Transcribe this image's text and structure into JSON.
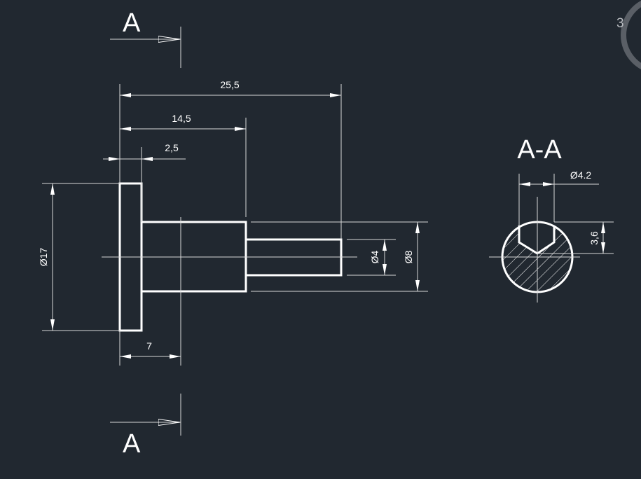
{
  "view_badge": {
    "label": "3"
  },
  "section_markers": {
    "top_label": "A",
    "bottom_label": "A"
  },
  "section_view": {
    "title": "A-A",
    "hole_diameter": "Ø4.2",
    "hole_depth": "3,6"
  },
  "dimensions": {
    "overall_length": "25,5",
    "body_length": "14,5",
    "flange_thickness": "2,5",
    "flange_diameter": "Ø17",
    "section_position": "7",
    "pin_diameter": "Ø4",
    "body_diameter": "Ø8"
  },
  "colors": {
    "background": "#212830",
    "lines": "#ffffff",
    "badge": "#5a5f66"
  }
}
